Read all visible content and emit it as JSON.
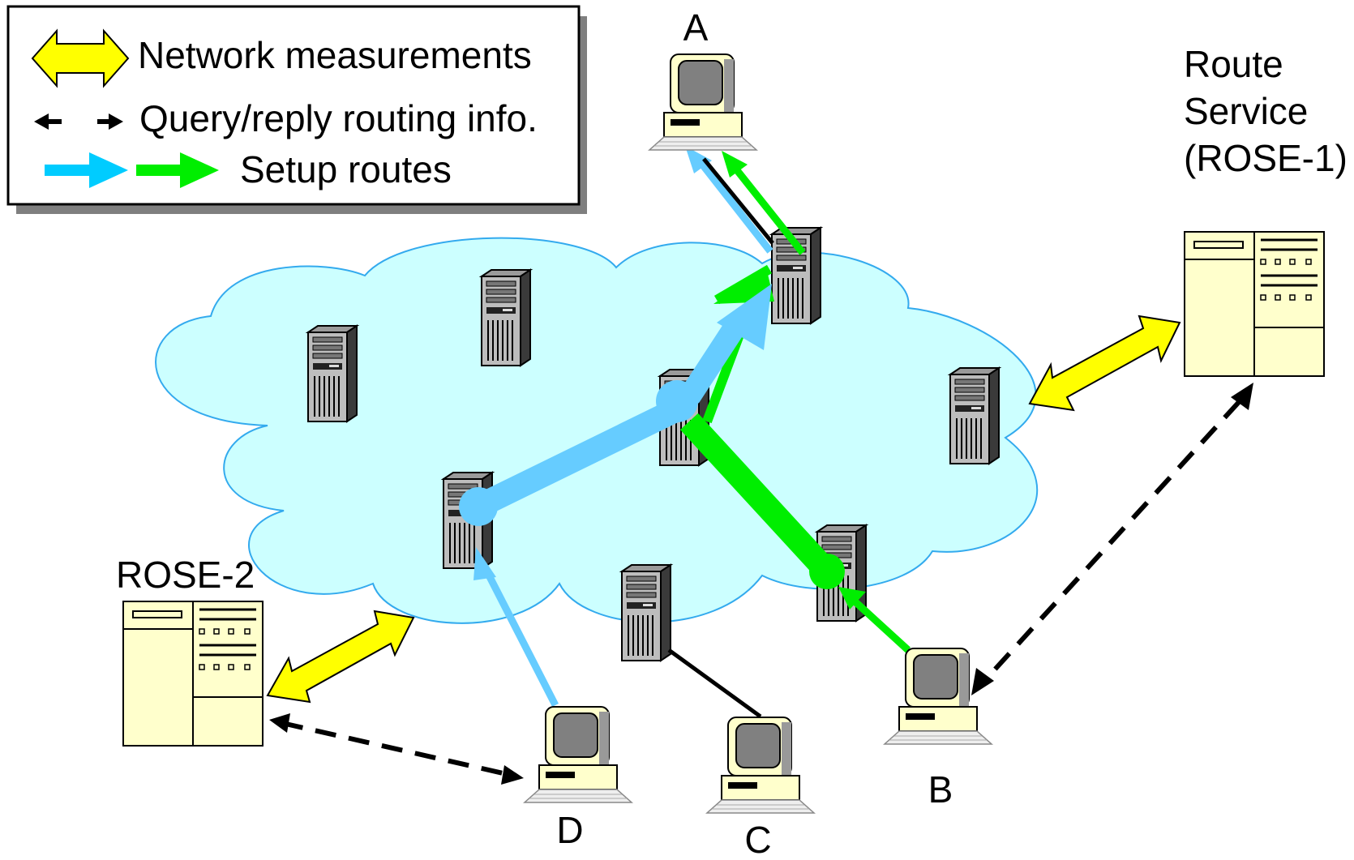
{
  "legend": {
    "items": [
      {
        "label": "Network measurements",
        "icon": "yellow-double-arrow-icon"
      },
      {
        "label": "Query/reply routing info.",
        "icon": "black-dashed-double-arrow-icon"
      },
      {
        "label": "Setup routes",
        "icon": "blue-green-arrows-icon"
      }
    ]
  },
  "nodes": {
    "a": "A",
    "b": "B",
    "c": "C",
    "d": "D",
    "rose1": [
      "Route",
      "Service",
      "(ROSE-1)"
    ],
    "rose2": "ROSE-2"
  },
  "colors": {
    "cloud": "#ccffff",
    "cloud_outline": "#33aaee",
    "measurement_arrow": "#ffff00",
    "route_blue": "#66ccff",
    "route_green": "#00ee00",
    "rack_body": "#ffffcc",
    "computer_body": "#ffffcc",
    "screen": "#808080"
  }
}
